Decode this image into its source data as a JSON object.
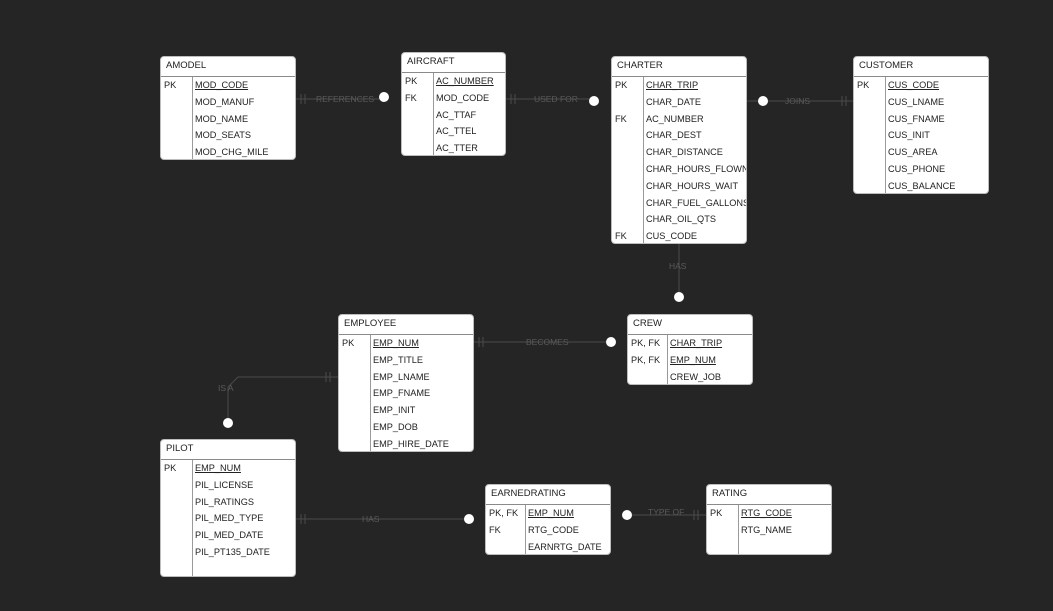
{
  "entities": [
    {
      "id": "amodel",
      "title": "AMODEL",
      "attributes": [
        {
          "key": "PK",
          "name": "MOD_CODE",
          "underline": true
        },
        {
          "key": "",
          "name": "MOD_MANUF"
        },
        {
          "key": "",
          "name": "MOD_NAME"
        },
        {
          "key": "",
          "name": "MOD_SEATS"
        },
        {
          "key": "",
          "name": "MOD_CHG_MILE"
        }
      ]
    },
    {
      "id": "aircraft",
      "title": "AIRCRAFT",
      "attributes": [
        {
          "key": "PK",
          "name": "AC_NUMBER",
          "underline": true
        },
        {
          "key": "FK",
          "name": "MOD_CODE"
        },
        {
          "key": "",
          "name": "AC_TTAF"
        },
        {
          "key": "",
          "name": "AC_TTEL"
        },
        {
          "key": "",
          "name": "AC_TTER"
        }
      ]
    },
    {
      "id": "charter",
      "title": "CHARTER",
      "attributes": [
        {
          "key": "PK",
          "name": "CHAR_TRIP",
          "underline": true
        },
        {
          "key": "",
          "name": "CHAR_DATE"
        },
        {
          "key": "FK",
          "name": "AC_NUMBER"
        },
        {
          "key": "",
          "name": "CHAR_DEST"
        },
        {
          "key": "",
          "name": "CHAR_DISTANCE"
        },
        {
          "key": "",
          "name": "CHAR_HOURS_FLOWN"
        },
        {
          "key": "",
          "name": "CHAR_HOURS_WAIT"
        },
        {
          "key": "",
          "name": "CHAR_FUEL_GALLONS"
        },
        {
          "key": "",
          "name": "CHAR_OIL_QTS"
        },
        {
          "key": "FK",
          "name": "CUS_CODE"
        }
      ]
    },
    {
      "id": "customer",
      "title": "CUSTOMER",
      "attributes": [
        {
          "key": "PK",
          "name": "CUS_CODE",
          "underline": true
        },
        {
          "key": "",
          "name": "CUS_LNAME"
        },
        {
          "key": "",
          "name": "CUS_FNAME"
        },
        {
          "key": "",
          "name": "CUS_INIT"
        },
        {
          "key": "",
          "name": "CUS_AREA"
        },
        {
          "key": "",
          "name": "CUS_PHONE"
        },
        {
          "key": "",
          "name": "CUS_BALANCE"
        }
      ]
    },
    {
      "id": "employee",
      "title": "EMPLOYEE",
      "attributes": [
        {
          "key": "PK",
          "name": "EMP_NUM",
          "underline": true
        },
        {
          "key": "",
          "name": "EMP_TITLE"
        },
        {
          "key": "",
          "name": "EMP_LNAME"
        },
        {
          "key": "",
          "name": "EMP_FNAME"
        },
        {
          "key": "",
          "name": "EMP_INIT"
        },
        {
          "key": "",
          "name": "EMP_DOB"
        },
        {
          "key": "",
          "name": "EMP_HIRE_DATE"
        }
      ]
    },
    {
      "id": "crew",
      "title": "CREW",
      "attributes": [
        {
          "key": "PK, FK",
          "name": "CHAR_TRIP",
          "underline": true
        },
        {
          "key": "PK, FK",
          "name": "EMP_NUM",
          "underline": true
        },
        {
          "key": "",
          "name": "CREW_JOB"
        }
      ]
    },
    {
      "id": "pilot",
      "title": "PILOT",
      "attributes": [
        {
          "key": "PK",
          "name": "EMP_NUM",
          "underline": true
        },
        {
          "key": "",
          "name": "PIL_LICENSE"
        },
        {
          "key": "",
          "name": "PIL_RATINGS"
        },
        {
          "key": "",
          "name": "PIL_MED_TYPE"
        },
        {
          "key": "",
          "name": "PIL_MED_DATE"
        },
        {
          "key": "",
          "name": "PIL_PT135_DATE"
        },
        {
          "key": "",
          "name": ""
        }
      ]
    },
    {
      "id": "earnedrating",
      "title": "EARNEDRATING",
      "attributes": [
        {
          "key": "PK, FK",
          "name": "EMP_NUM",
          "underline": true
        },
        {
          "key": "FK",
          "name": "RTG_CODE"
        },
        {
          "key": "",
          "name": "EARNRTG_DATE"
        }
      ]
    },
    {
      "id": "rating",
      "title": "RATING",
      "attributes": [
        {
          "key": "PK",
          "name": "RTG_CODE",
          "underline": true
        },
        {
          "key": "",
          "name": "RTG_NAME"
        }
      ]
    }
  ],
  "relationships": [
    {
      "id": "references",
      "label": "REFERENCES",
      "from": "amodel",
      "to": "aircraft"
    },
    {
      "id": "used-for",
      "label": "USED FOR",
      "from": "aircraft",
      "to": "charter"
    },
    {
      "id": "joins",
      "label": "JOINS",
      "from": "charter",
      "to": "customer"
    },
    {
      "id": "has-crew",
      "label": "HAS",
      "from": "charter",
      "to": "crew"
    },
    {
      "id": "becomes",
      "label": "BECOMES",
      "from": "employee",
      "to": "crew"
    },
    {
      "id": "is-a",
      "label": "IS A",
      "from": "employee",
      "to": "pilot"
    },
    {
      "id": "has-rating",
      "label": "HAS",
      "from": "pilot",
      "to": "earnedrating"
    },
    {
      "id": "type-of",
      "label": "TYPE OF",
      "from": "rating",
      "to": "earnedrating"
    }
  ],
  "colors": {
    "background": "#252525",
    "entity": "#ffffff",
    "line": "#4a4a4a",
    "label": "#5a5a5a",
    "dot": "#ffffff"
  }
}
